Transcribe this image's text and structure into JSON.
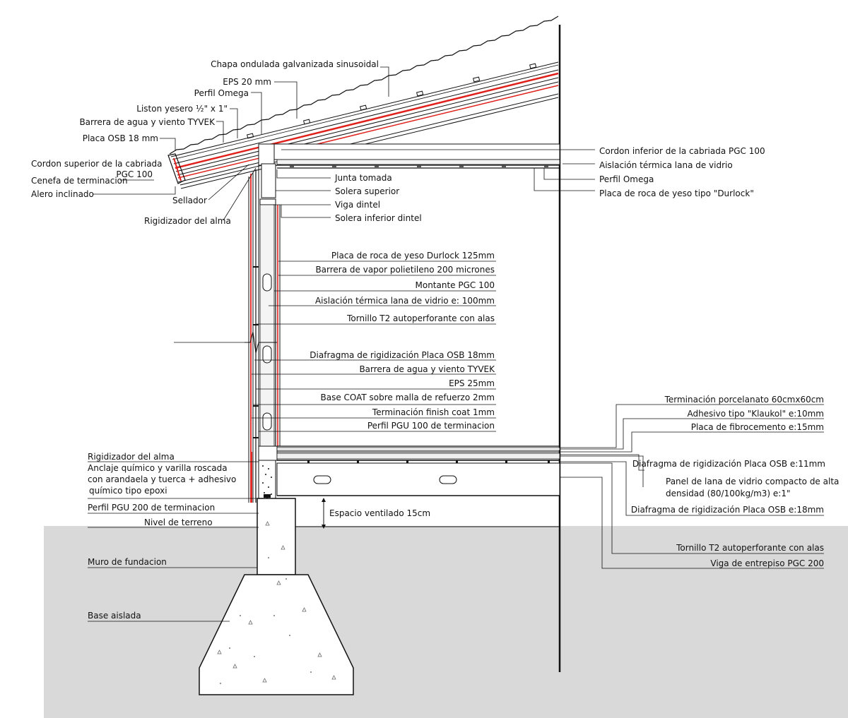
{
  "labels": {
    "chapa": "Chapa ondulada galvanizada sinusoidal",
    "eps20": "EPS 20 mm",
    "perfil_omega_roof": "Perfil Omega",
    "liston": "Liston yesero ½\" x 1\"",
    "tyvek_roof": "Barrera de agua y viento TYVEK",
    "osb18_roof": "Placa OSB 18 mm",
    "cordon_sup_1": "Cordon superior de la cabriada",
    "cordon_sup_2": "PGC 100",
    "cenefa": "Cenefa de terminacion",
    "alero": "Alero inclinado",
    "sellador": "Sellador",
    "rigid_alma_top": "Rigidizador del alma",
    "cordon_inf": "Cordon inferior de la cabriada PGC 100",
    "aisl_lana_ceiling": "Aislación térmica lana de vidrio",
    "perfil_omega_ceiling": "Perfil Omega",
    "durlock_ceiling": "Placa de roca de yeso tipo \"Durlock\"",
    "junta": "Junta tomada",
    "solera_sup": "Solera superior",
    "viga_dintel": "Viga dintel",
    "solera_inf_dintel": "Solera inferior dintel",
    "durlock_wall": "Placa de roca de yeso Durlock 125mm",
    "barrera_vapor": "Barrera de vapor polietileno 200 micrones",
    "montante": "Montante PGC 100",
    "aisl_lana_wall": "Aislación térmica lana de vidrio e: 100mm",
    "tornillo_wall": "Tornillo T2 autoperforante con alas",
    "diafragma_wall": "Diafragma de rigidización Placa OSB 18mm",
    "tyvek_wall": "Barrera de agua y viento TYVEK",
    "eps25": "EPS 25mm",
    "base_coat": "Base COAT sobre malla de refuerzo 2mm",
    "finish_coat": "Terminación finish coat 1mm",
    "pgu100": "Perfil PGU 100 de terminacion",
    "porcelanato": "Terminación porcelanato 60cmx60cm",
    "adhesivo": "Adhesivo tipo \"Klaukol\" e:10mm",
    "fibrocemento": "Placa de fibrocemento e:15mm",
    "diafragma_osb11": "Diafragma de rigidización Placa OSB e:11mm",
    "panel_lana_1": "Panel de lana de vidrio compacto de alta",
    "panel_lana_2": "densidad  (80/100kg/m3)  e:1\"",
    "diafragma_osb18": "Diafragma de rigidización Placa OSB e:18mm",
    "tornillo_floor": "Tornillo T2 autoperforante con alas",
    "viga_entrepiso": "Viga de entrepiso PGC 200",
    "rigid_alma_bottom": "Rigidizador del alma",
    "anclaje_1": "Anclaje químico y varilla roscada",
    "anclaje_2": "con arandaela y tuerca + adhesivo",
    "anclaje_3": "químico tipo epoxi",
    "pgu200": "Perfil PGU 200 de terminacion",
    "nivel_terreno": "Nivel de terreno",
    "espacio_ventilado": "Espacio ventilado  15cm",
    "muro_fundacion": "Muro de fundacion",
    "base_aislada": "Base aislada"
  },
  "colors": {
    "ground": "#d9d9d9",
    "barrier_red": "#e0201b",
    "line": "#111111",
    "concrete": "#ffffff"
  }
}
